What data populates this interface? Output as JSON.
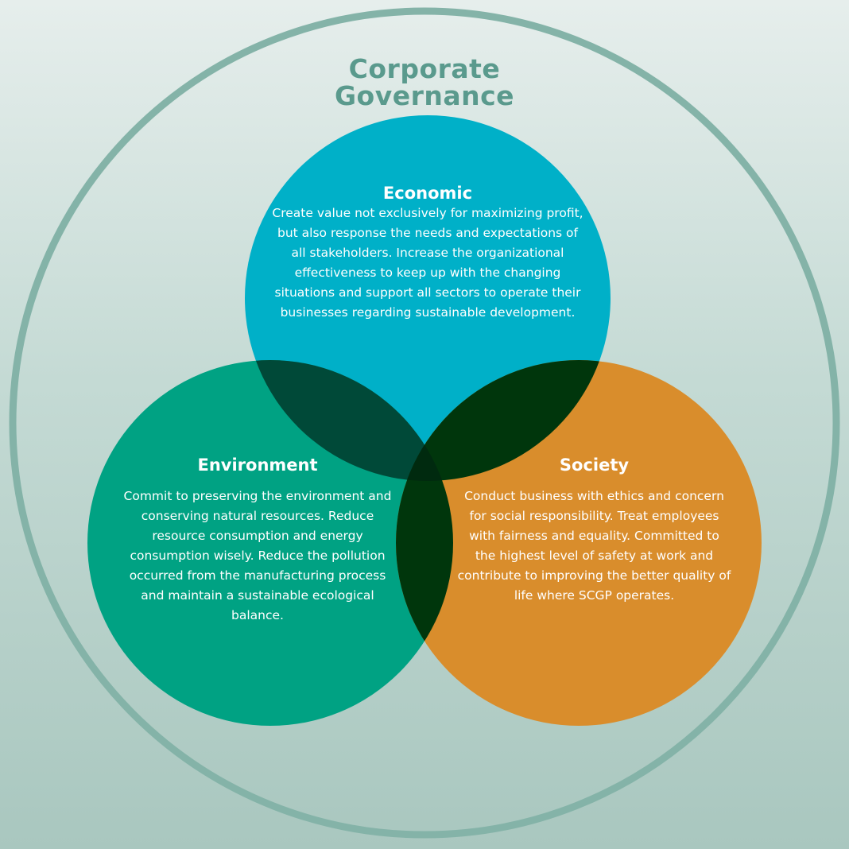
{
  "title": {
    "line1": "Corporate",
    "line2": "Governance"
  },
  "colors": {
    "outer_ring": "#84b3a8",
    "economic": "#00b0c8",
    "environment": "#00a283",
    "society": "#d98d2c",
    "overlap_economic_environment": "#004938",
    "overlap_economic_society": "#00360c",
    "overlap_environment_society": "#00360c",
    "overlap_center": "#002a0f",
    "title": "#5a9a8d"
  },
  "economic": {
    "heading": "Economic",
    "body": "Create value not exclusively for maximizing profit, but also response the needs and expectations of all stakeholders. Increase the organizational effectiveness to keep up with the changing situations and support all sectors to operate their businesses regarding sustainable development."
  },
  "environment": {
    "heading": "Environment",
    "body": "Commit to preserving the environment and conserving natural resources. Reduce resource consumption and energy consumption wisely. Reduce the pollution occurred from the manufacturing process and maintain a sustainable ecological balance."
  },
  "society": {
    "heading": "Society",
    "body": "Conduct business with ethics and concern for social responsibility. Treat employees with fairness and equality. Committed to the highest level of safety at work and contribute to improving the better quality of life where SCGP operates."
  }
}
